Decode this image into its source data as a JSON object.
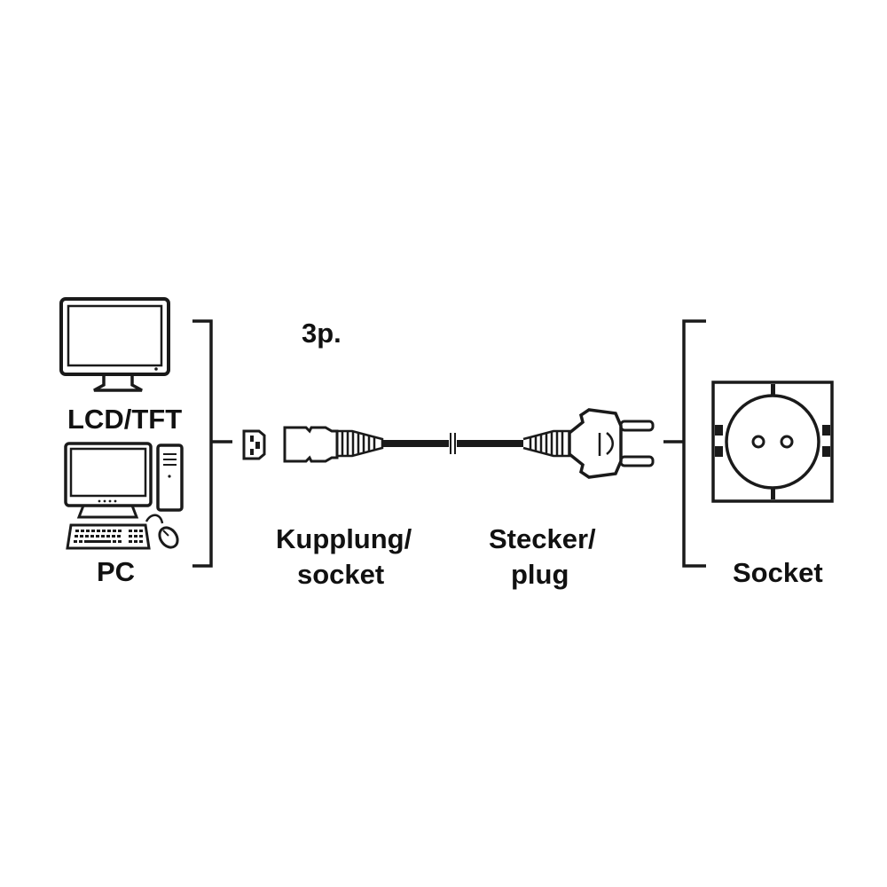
{
  "labels": {
    "monitor": "LCD/TFT",
    "pc": "PC",
    "pins": "3p.",
    "coupler_line1": "Kupplung/",
    "coupler_line2": "socket",
    "plug_line1": "Stecker/",
    "plug_line2": "plug",
    "wall_socket": "Socket"
  },
  "colors": {
    "line": "#1a1a1a",
    "background": "#ffffff"
  },
  "icons": [
    "monitor-icon",
    "desktop-pc-icon",
    "keyboard-icon",
    "mouse-icon",
    "iec-c13-coupler-icon",
    "schuko-plug-icon",
    "schuko-wall-socket-icon"
  ]
}
